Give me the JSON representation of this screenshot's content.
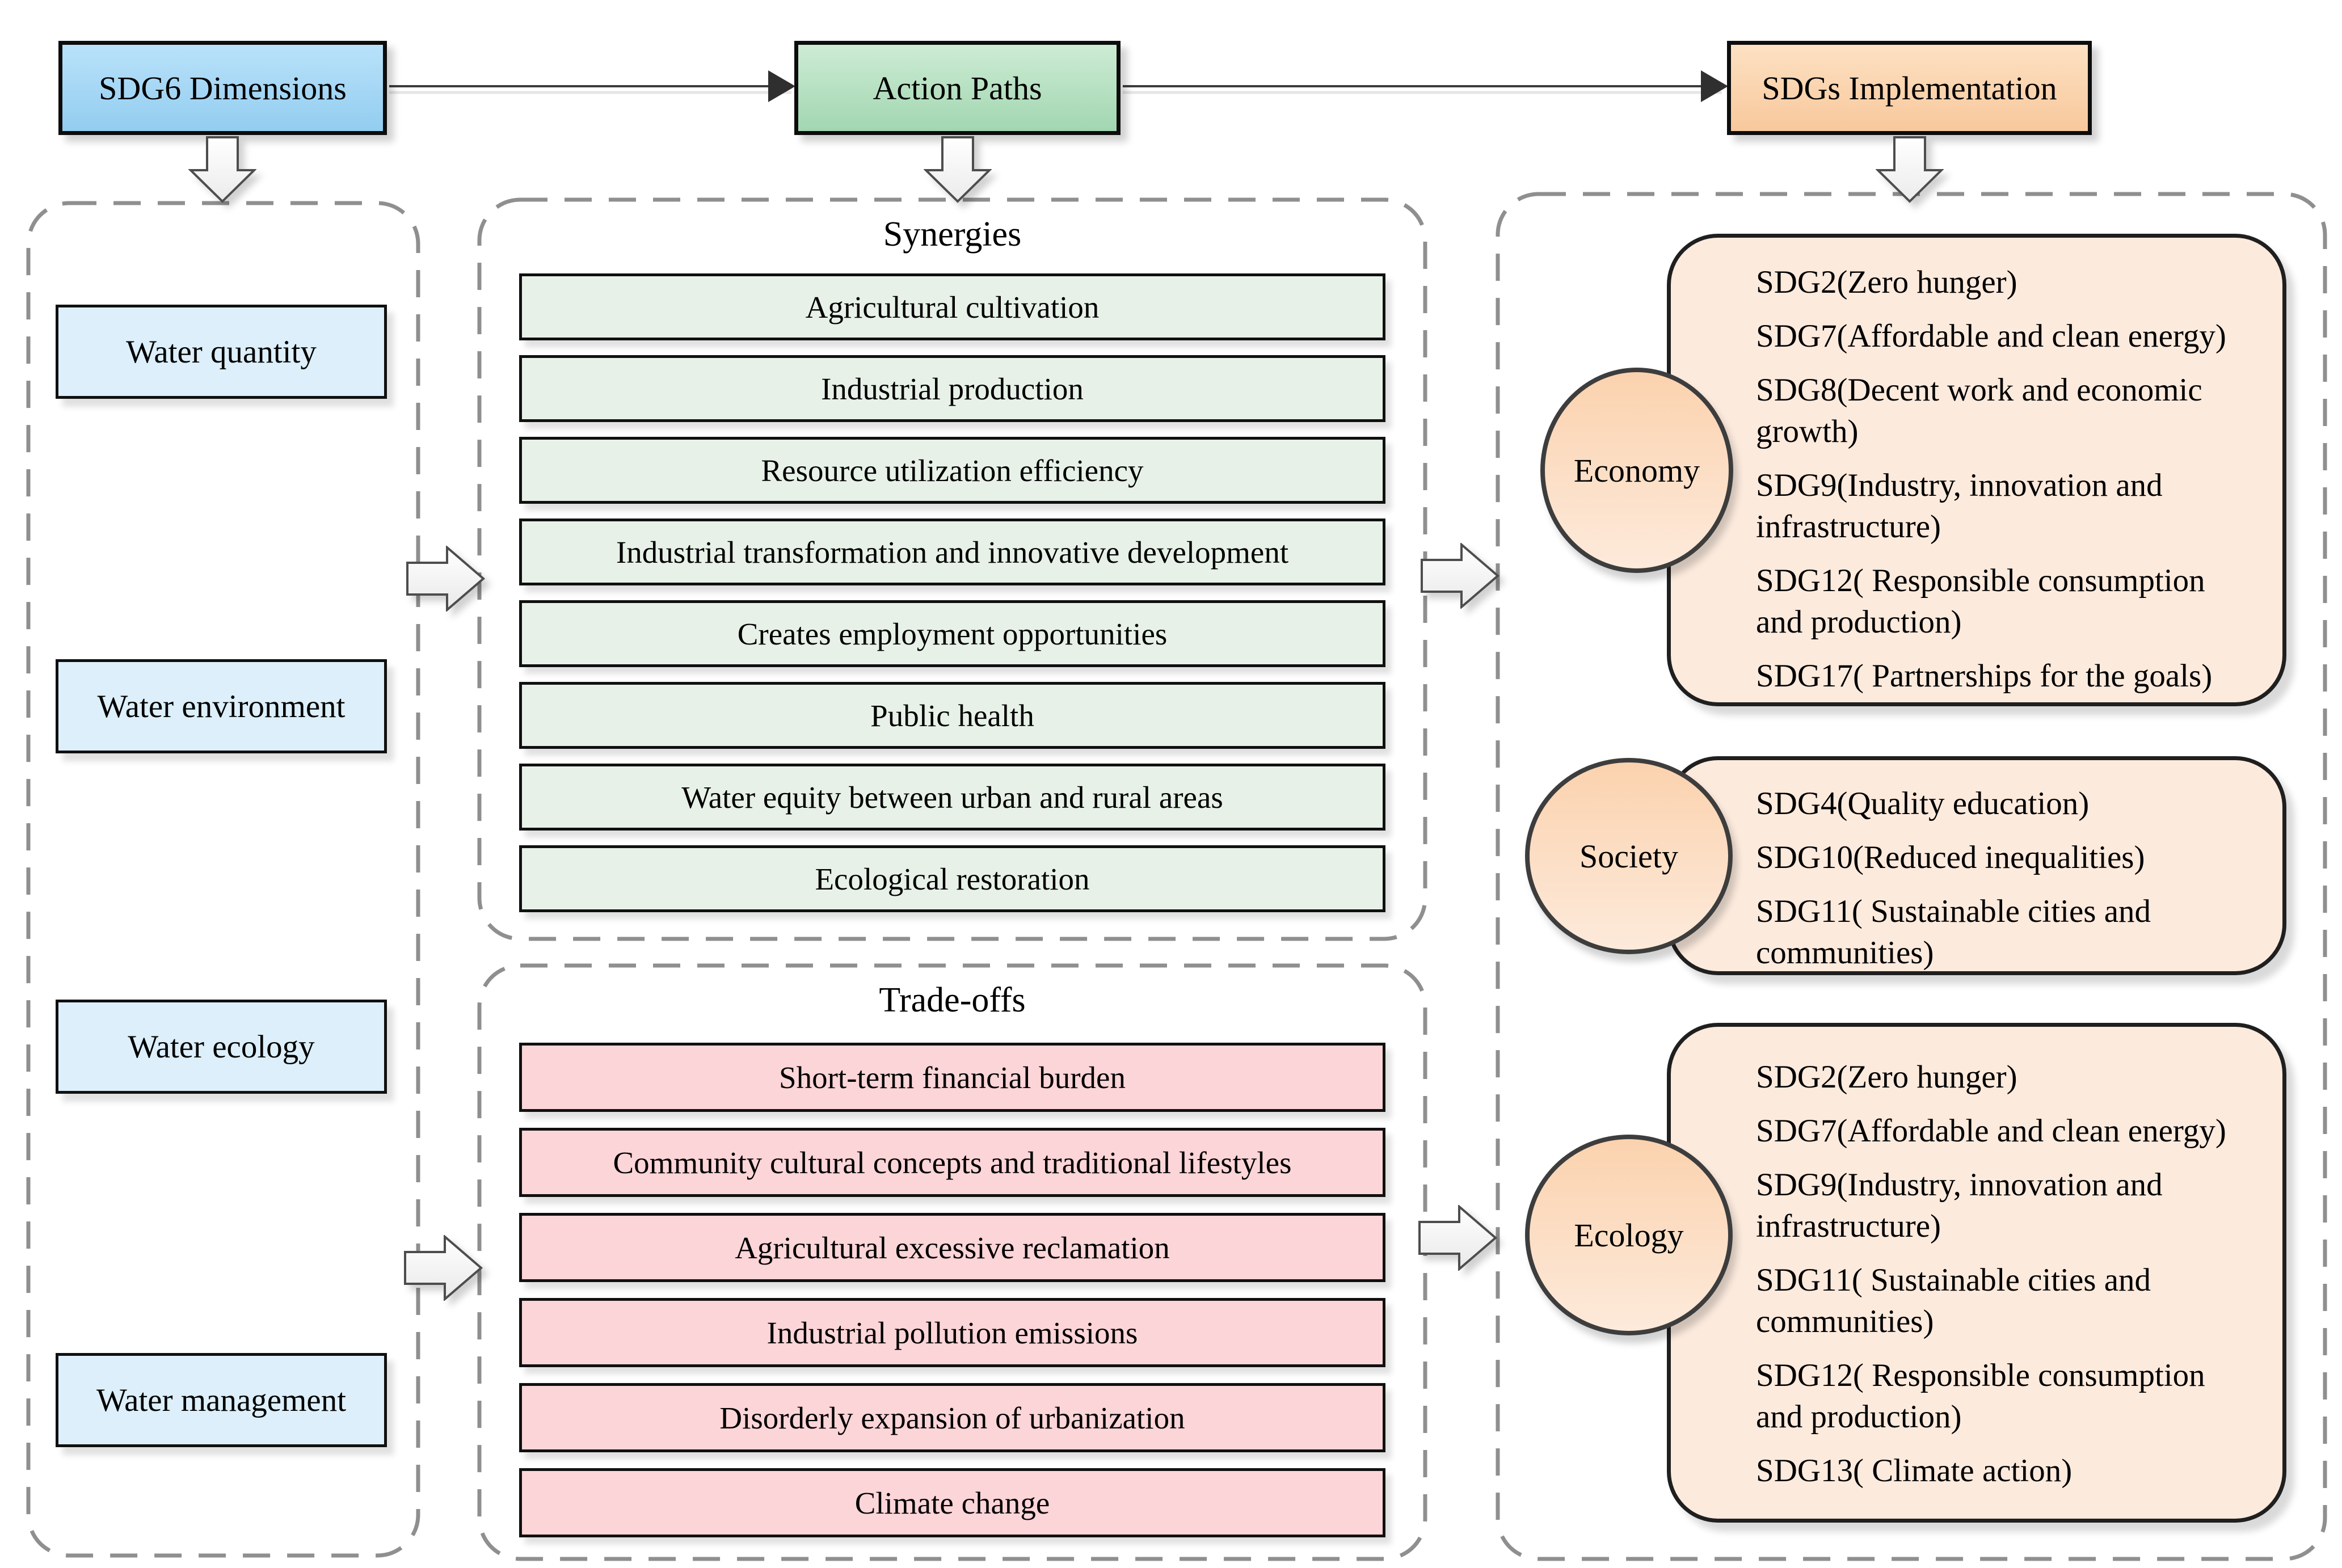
{
  "headers": {
    "dimensions": "SDG6 Dimensions",
    "action_paths": "Action Paths",
    "implementation": "SDGs Implementation"
  },
  "dimensions_panel": {
    "items": [
      "Water quantity",
      "Water environment",
      "Water ecology",
      "Water management"
    ]
  },
  "synergies_panel": {
    "title": "Synergies",
    "items": [
      "Agricultural cultivation",
      "Industrial production",
      "Resource utilization efficiency",
      "Industrial transformation and innovative development",
      "Creates employment opportunities",
      "Public health",
      "Water equity between urban and rural areas",
      "Ecological restoration"
    ]
  },
  "tradeoffs_panel": {
    "title": "Trade-offs",
    "items": [
      "Short-term financial burden",
      "Community cultural concepts and traditional lifestyles",
      "Agricultural excessive reclamation",
      "Industrial pollution emissions",
      "Disorderly expansion of urbanization",
      "Climate change"
    ]
  },
  "implementation_panel": {
    "groups": [
      {
        "label": "Economy",
        "items": [
          "SDG2(Zero hunger)",
          "SDG7(Affordable and clean energy)",
          "SDG8(Decent work and economic growth)",
          "SDG9(Industry, innovation and infrastructure)",
          "SDG12( Responsible consumption and production)",
          "SDG17( Partnerships for the goals)"
        ]
      },
      {
        "label": "Society",
        "items": [
          "SDG4(Quality education)",
          "SDG10(Reduced inequalities)",
          "SDG11( Sustainable cities and communities)"
        ]
      },
      {
        "label": "Ecology",
        "items": [
          "SDG2(Zero hunger)",
          "SDG7(Affordable and clean energy)",
          "SDG9(Industry, innovation and infrastructure)",
          "SDG11( Sustainable cities and communities)",
          "SDG12(  Responsible consumption and production)",
          "SDG13( Climate action)"
        ]
      }
    ]
  },
  "colors": {
    "header_blue": "#93cdf0",
    "header_green": "#a2d6b1",
    "header_orange": "#f8c89c",
    "dimension_item_fill": "#dceffa",
    "synergy_item_fill": "#e7f1e8",
    "tradeoff_item_fill": "#fcd5d8",
    "group_box_fill": "#fceadd",
    "group_circle_fill": "#fbd2ae",
    "dashed_outline": "#8f8f8f"
  }
}
